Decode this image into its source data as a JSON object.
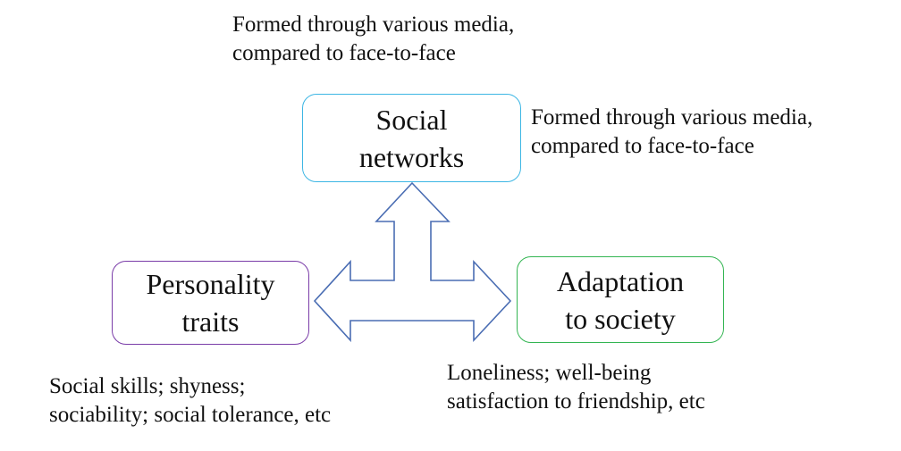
{
  "nodes": {
    "social_networks": {
      "line1": "Social",
      "line2": "networks",
      "color": "#3db6e4"
    },
    "personality_traits": {
      "line1": "Personality",
      "line2": "traits",
      "color": "#7a3ca8"
    },
    "adaptation_to_society": {
      "line1": "Adaptation",
      "line2": "to society",
      "color": "#33b552"
    }
  },
  "notes": {
    "top": {
      "line1": "Formed through various media,",
      "line2": "compared to face-to-face"
    },
    "right_of_social": {
      "line1": "Formed through various media,",
      "line2": "compared to face-to-face"
    },
    "personality": {
      "line1": "Social skills; shyness;",
      "line2": "sociability; social tolerance, etc"
    },
    "adaptation": {
      "line1": "Loneliness; well-being",
      "line2": "satisfaction to friendship, etc"
    }
  },
  "arrow_color": "#4a6db3"
}
